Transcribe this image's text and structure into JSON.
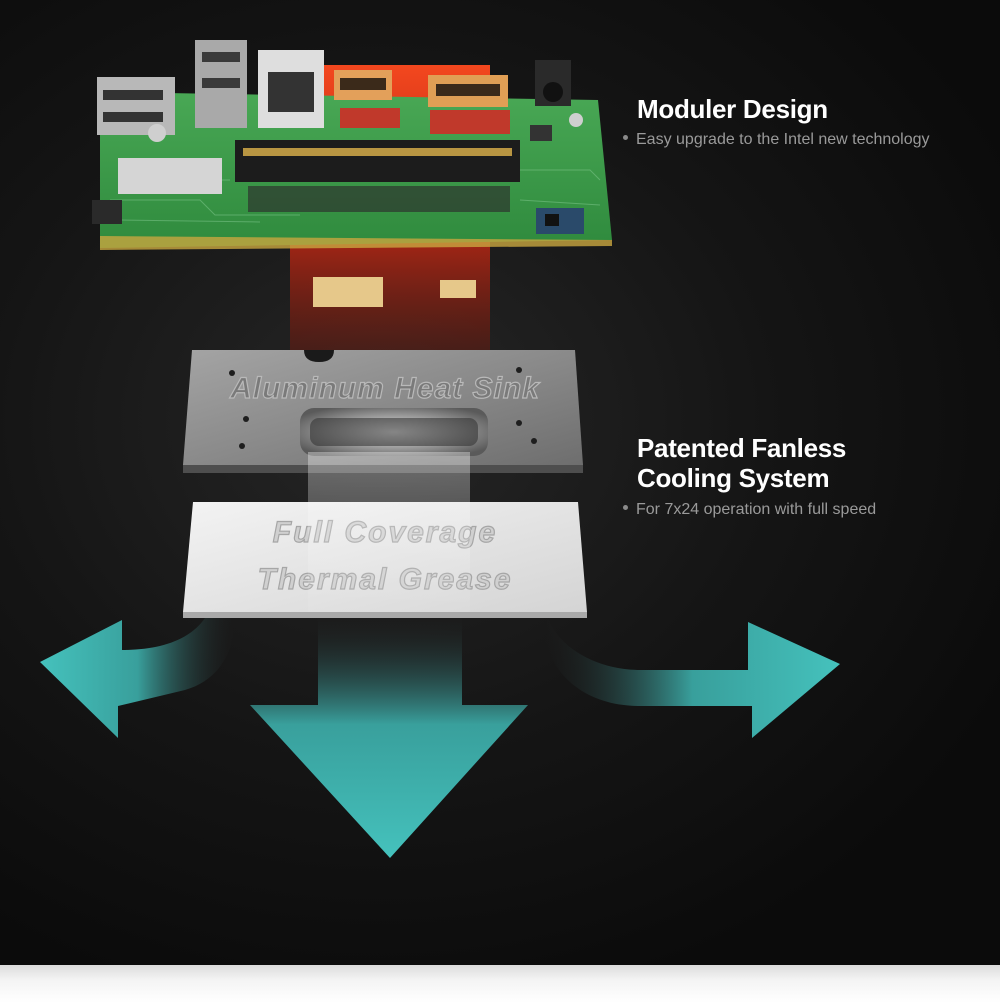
{
  "features": [
    {
      "title": "Moduler Design",
      "bullet": "Easy upgrade to the Intel new technology"
    },
    {
      "title_line1": "Patented Fanless",
      "title_line2": "Cooling System",
      "bullet": "For 7x24 operation with full speed"
    }
  ],
  "plates": {
    "heat_sink_label": "Aluminum Heat Sink",
    "grease_line1": "Full Coverage",
    "grease_line2": "Thermal Grease"
  },
  "colors": {
    "arrow": "#3fb8b4",
    "pcb": "#3e9a4a",
    "heat": "#e0301a",
    "heat_sink": "#8d8d8d",
    "grease": "#e6e6e6"
  }
}
